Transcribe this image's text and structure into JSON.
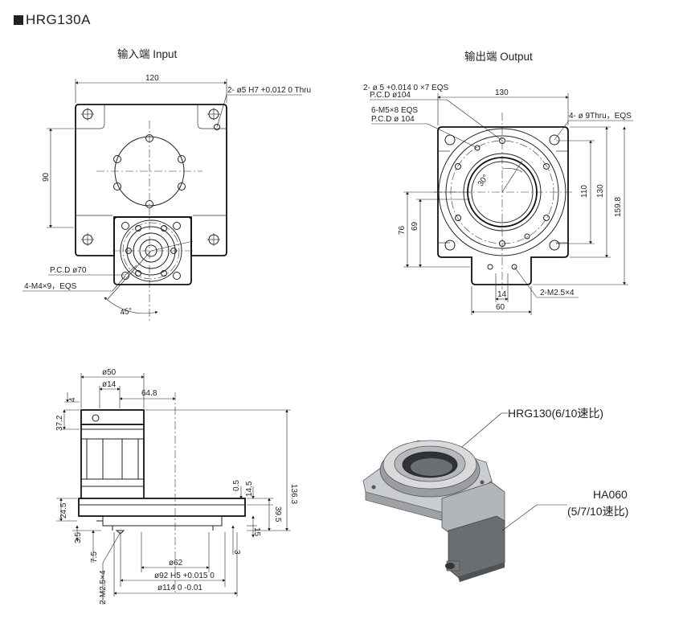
{
  "title": "HRG130A",
  "views": {
    "input": "输入端 Input",
    "output": "输出端 Output"
  },
  "input_dims": {
    "width_120": "120",
    "height_90": "90",
    "hole_note": "2- ø5 H7 +0.012 0 Thru",
    "pcd": "P.C.D  ø70",
    "thread": "4-M4×9，EQS",
    "angle": "45°"
  },
  "output_dims": {
    "pin_note_1": "2- ø 5 +0.014 0 ×7 EQS",
    "pin_note_2": "P.C.D  ø104",
    "screw_note_1": "6-M5×8 EQS",
    "screw_note_2": "P.C.D  ø 104",
    "width_130": "130",
    "thru_note": "4- ø 9Thru，EQS",
    "angle_30": "30°",
    "h_110": "110",
    "h_130": "130",
    "h_1598": "159.8",
    "h_76": "76",
    "h_69": "69",
    "w_14": "14",
    "w_60": "60",
    "thread_m25": "2-M2.5×4"
  },
  "side_dims": {
    "d50": "ø50",
    "d14": "ø14",
    "l648": "64.8",
    "v4": "4",
    "v372": "37.2",
    "v1363": "136.3",
    "v05": "0.5",
    "v145": "14.5",
    "v395": "39.5",
    "v245": "24.5",
    "v15": "15",
    "v35": "3.5",
    "v3": "3",
    "v75": "7.5",
    "d62": "ø62",
    "d92": "ø92 H5 +0.015 0",
    "d114": "ø114 0 -0.01",
    "m25": "2-M2.5×4"
  },
  "callouts": {
    "reducer": "HRG130(6/10速比)",
    "motor_1": "HA060",
    "motor_2": "(5/7/10速比)"
  }
}
